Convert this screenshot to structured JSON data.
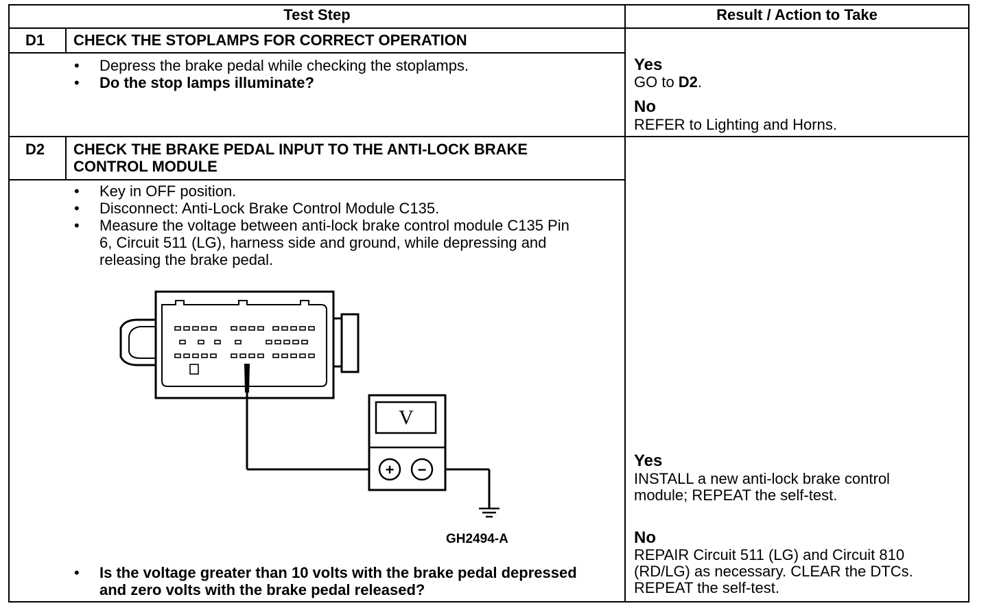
{
  "header": {
    "test_step": "Test Step",
    "result_action": "Result / Action to Take"
  },
  "d1": {
    "id": "D1",
    "title": "CHECK THE STOPLAMPS FOR CORRECT OPERATION",
    "bullets": [
      "Depress the brake pedal while checking the stoplamps.",
      "Do the stop lamps illuminate?"
    ],
    "yes": {
      "label": "Yes",
      "action_prefix": "GO to ",
      "action_target": "D2",
      "action_suffix": "."
    },
    "no": {
      "label": "No",
      "action": "REFER to Lighting and Horns."
    }
  },
  "d2": {
    "id": "D2",
    "title_line1": "CHECK THE BRAKE PEDAL INPUT TO THE ANTI-LOCK BRAKE",
    "title_line2": "CONTROL MODULE",
    "bullets": [
      "Key in OFF position.",
      "Disconnect: Anti-Lock Brake Control Module C135.",
      "Measure the voltage between anti-lock brake control module C135 Pin 6, Circuit 511 (LG), harness side and ground, while depressing and releasing the brake pedal."
    ],
    "question": "Is the voltage greater than 10 volts with the brake pedal depressed and zero volts with the brake pedal released?",
    "figure": {
      "meter_symbol": "V",
      "plus": "+",
      "minus": "−",
      "label": "GH2494-A"
    },
    "yes": {
      "label": "Yes",
      "action": "INSTALL a new anti-lock brake control module;  REPEAT the self-test."
    },
    "no": {
      "label": "No",
      "action": "REPAIR Circuit 511 (LG) and Circuit 810 (RD/LG) as necessary. CLEAR the DTCs. REPEAT the self-test."
    }
  }
}
